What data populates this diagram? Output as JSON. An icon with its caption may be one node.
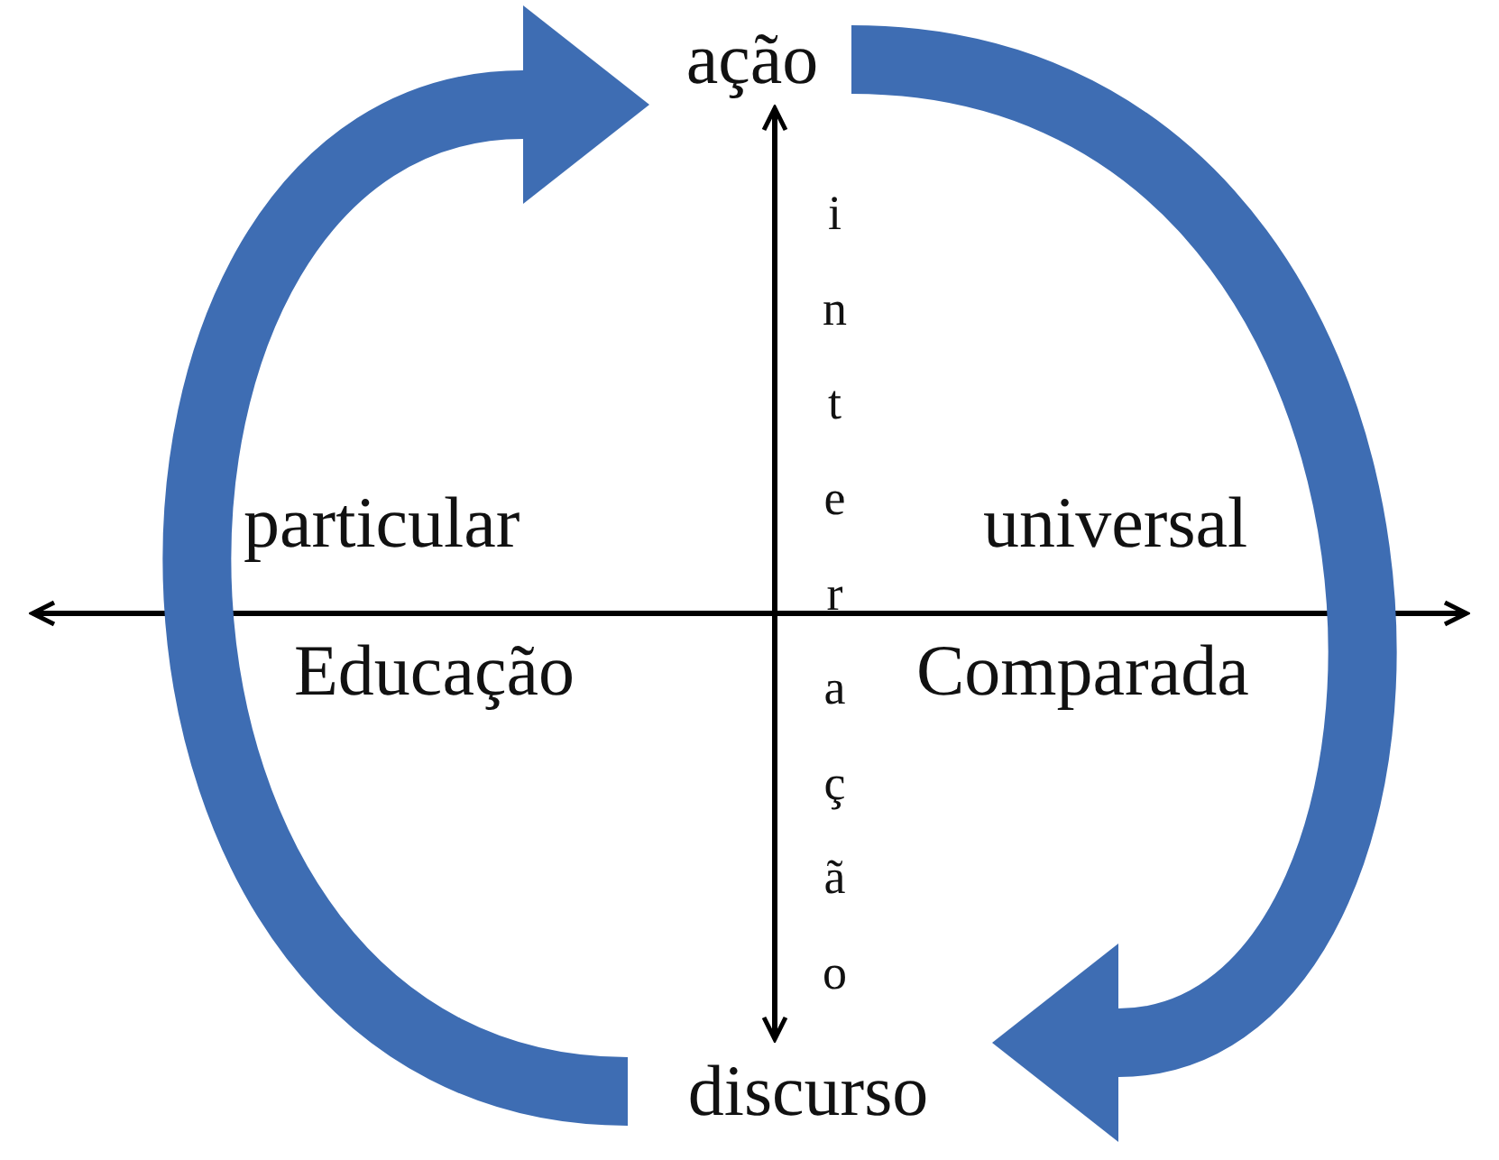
{
  "diagram": {
    "nodes": [
      {
        "text": [
          "ação"
        ]
      },
      {
        "text": [
          "discurso"
        ]
      }
    ],
    "edges": [
      {
        "from": 1,
        "to": 0,
        "arrow": "to"
      },
      {
        "from": 0,
        "to": 1,
        "arrow": "to"
      },
      {
        "from": 0,
        "to": 1,
        "arrow": "both",
        "label": "interação",
        "color": "#000000"
      }
    ],
    "labels": [
      "particular",
      "universal",
      "Educação",
      "Comparada"
    ]
  }
}
